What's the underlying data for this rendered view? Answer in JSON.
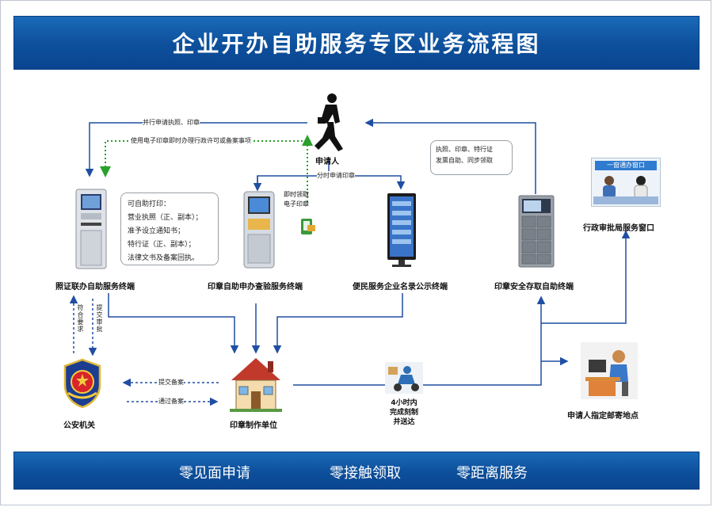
{
  "title": "企业开办自助服务专区业务流程图",
  "applicant": {
    "label": "申请人"
  },
  "terminals": {
    "license_seal": "照证联办自助服务终端",
    "seal_check": "印章自助申办查验服务终端",
    "public_directory": "便民服务企业名录公示终端",
    "seal_storage": "印章安全存取自助终端"
  },
  "window": {
    "sign": "一窗通办窗口",
    "label": "行政审批局服务窗口"
  },
  "edges": {
    "parallel_apply": "并行申请执照、印章",
    "e_seal_use": "使用电子印章即时办理行政许可或备案事项",
    "apply_seal": "分时申请印章",
    "instant_e_seal": "即时领取\n电子印章",
    "self_pickup": "执照、印章、特行证\n发票自助、同步领取",
    "meets_req": "符合要求",
    "submit_review": "提交审批",
    "submit_file": "提交备案",
    "pass_file": "通过备案"
  },
  "print_note": {
    "items": [
      "可自助打印：",
      "营业执照（正、副本）；",
      "准予设立通知书；",
      "特行证（正、副本）；",
      "法律文书及备案回执。"
    ]
  },
  "police": {
    "label": "公安机关"
  },
  "seal_maker": {
    "label": "印章制作单位"
  },
  "delivery": {
    "label": "4小时内\n完成刻制\n并送达"
  },
  "mail_address": {
    "label": "申请人指定邮寄地点"
  },
  "footer": {
    "items": [
      "零见面申请",
      "零接触领取",
      "零距离服务"
    ]
  },
  "colors": {
    "header_blue": "#0d4f9b",
    "flow_blue": "#1f4ea3",
    "dotted_green": "#2aa12a"
  }
}
